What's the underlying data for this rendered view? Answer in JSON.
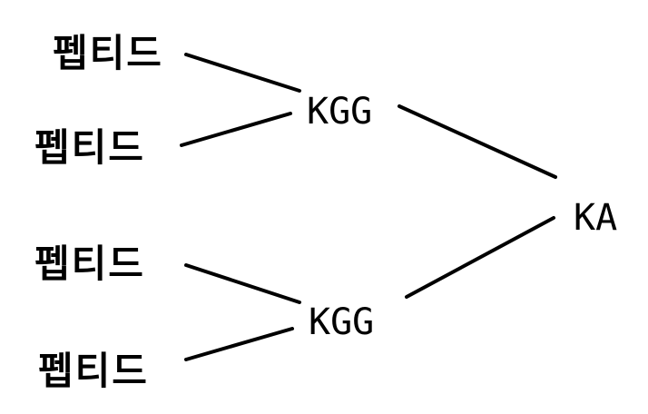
{
  "labels": {
    "peptide_1": "펩티드",
    "peptide_2": "펩티드",
    "peptide_3": "펩티드",
    "peptide_4": "펩티드",
    "kgg_top": "KGG",
    "kgg_bottom": "KGG",
    "ka": "KA"
  },
  "edges": [
    {
      "from": "peptide_1",
      "to": "kgg_top"
    },
    {
      "from": "peptide_2",
      "to": "kgg_top"
    },
    {
      "from": "peptide_3",
      "to": "kgg_bottom"
    },
    {
      "from": "peptide_4",
      "to": "kgg_bottom"
    },
    {
      "from": "kgg_top",
      "to": "ka"
    },
    {
      "from": "kgg_bottom",
      "to": "ka"
    }
  ],
  "colors": {
    "line": "#000000",
    "text": "#000000",
    "background": "#ffffff"
  }
}
